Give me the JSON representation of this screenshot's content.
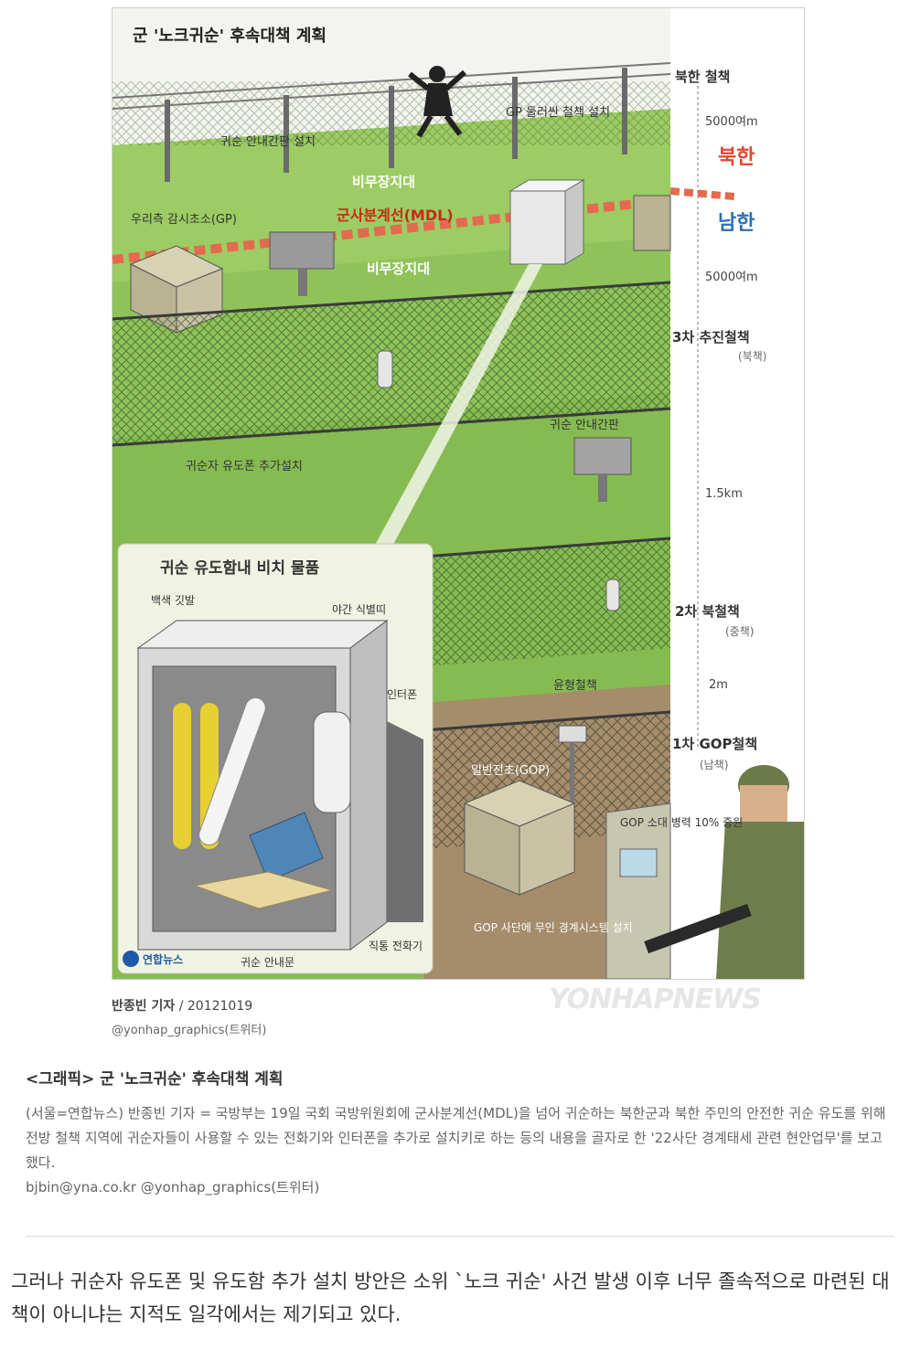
{
  "figure": {
    "title": "군 '노크귀순' 후속대책 계획",
    "labels": {
      "gp_fence": "GP 둘러싼 철책 설치",
      "guide_sign_install": "귀순 안내간판 설치",
      "our_gp": "우리측 감시초소(GP)",
      "dmz_top": "비무장지대",
      "mdl": "군사분계선(MDL)",
      "dmz_bottom": "비무장지대",
      "phone_add": "귀순자 유도폰 추가설치",
      "guide_sign": "귀순 안내간판",
      "coil_fence": "윤형철책",
      "general_gop": "일반전초(GOP)",
      "gop_unmanned": "GOP 사단에 무인 경계시스템 설치",
      "gop_troops": "GOP 소대 병력 10% 증원"
    },
    "inset": {
      "title": "귀순 유도함내 비치 물품",
      "white_flag": "백색 깃발",
      "night_marker": "야간 식별띠",
      "interphone": "인터폰",
      "direct_phone": "직통 전화기",
      "guide_doc": "귀순 안내문",
      "logo": "연합뉴스"
    },
    "scale": {
      "north_fence": "북한 철책",
      "d1": "5000여m",
      "north": "북한",
      "south": "남한",
      "d2": "5000여m",
      "fence3": "3차 추진철책",
      "fence3_sub": "(북책)",
      "d3": "1.5km",
      "fence2": "2차 북철책",
      "fence2_sub": "(중책)",
      "d4": "2m",
      "fence1": "1차 GOP철책",
      "fence1_sub": "(남책)"
    }
  },
  "credit": {
    "author": "반종빈 기자",
    "date": " / 20121019",
    "handle": "@yonhap_graphics(트위터)"
  },
  "watermark": "YONHAPNEWS",
  "caption": {
    "title": "<그래픽> 군 '노크귀순' 후속대책 계획",
    "body": "(서울=연합뉴스) 반종빈 기자 = 국방부는 19일 국회 국방위원회에 군사분계선(MDL)을 넘어 귀순하는 북한군과 북한 주민의 안전한 귀순 유도를 위해 전방 철책 지역에 귀순자들이 사용할 수 있는 전화기와 인터폰을 추가로 설치키로 하는 등의 내용을 골자로 한 '22사단 경계태세 관련 현안업무'를 보고했다.",
    "email": "bjbin@yna.co.kr @yonhap_graphics(트위터)"
  },
  "article": "그러나 귀순자 유도폰 및 유도함 추가 설치 방안은 소위 `노크 귀순' 사건 발생 이후 너무 졸속적으로 마련된 대책이 아니냐는 지적도 일각에서는 제기되고 있다.",
  "colors": {
    "grass": "#8fc35a",
    "north_red": "#e0472e",
    "south_blue": "#2d6fb5"
  }
}
